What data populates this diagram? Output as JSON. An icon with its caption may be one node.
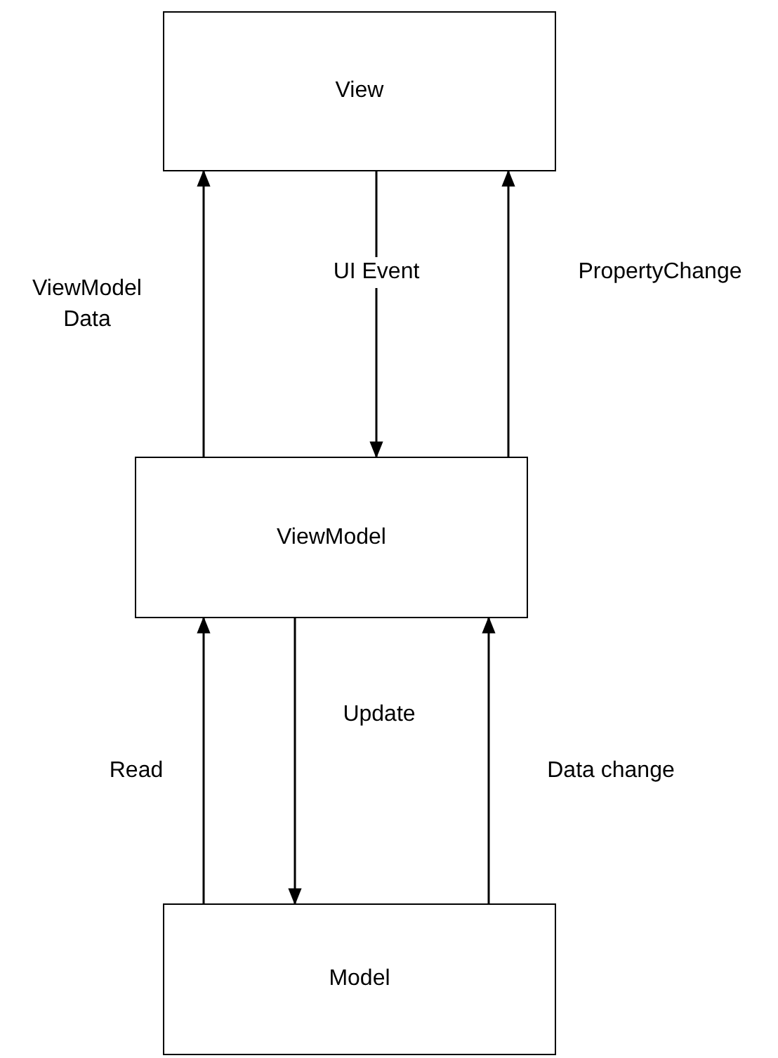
{
  "diagram": {
    "nodes": [
      {
        "text": [
          "View"
        ]
      },
      {
        "text": [
          "ViewModel"
        ]
      },
      {
        "text": [
          "Model"
        ]
      }
    ],
    "edges": [
      {
        "from": 1,
        "to": 0,
        "arrow": "to",
        "label": "ViewModel Data"
      },
      {
        "from": 0,
        "to": 1,
        "arrow": "to",
        "label": "UI Event"
      },
      {
        "from": 1,
        "to": 0,
        "arrow": "to",
        "label": "PropertyChange"
      },
      {
        "from": 2,
        "to": 1,
        "arrow": "to",
        "label": "Read"
      },
      {
        "from": 1,
        "to": 2,
        "arrow": "to",
        "label": "Update"
      },
      {
        "from": 2,
        "to": 1,
        "arrow": "to",
        "label": "Data change"
      }
    ]
  }
}
